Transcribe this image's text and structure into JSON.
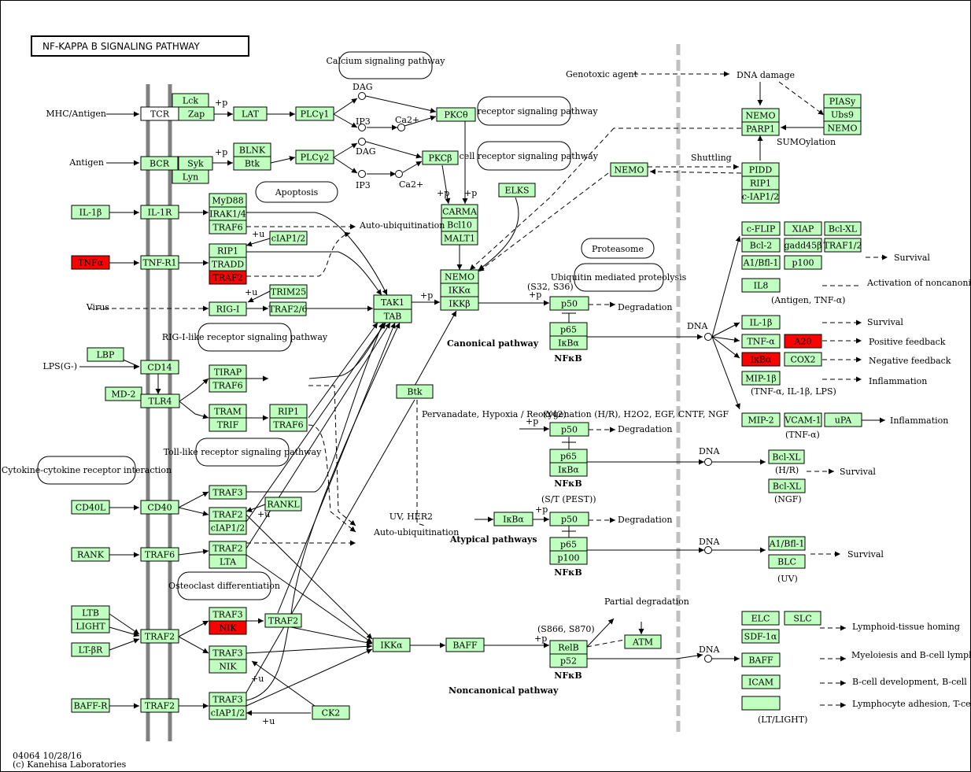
{
  "title": "NF-KAPPA B SIGNALING PATHWAY",
  "footer": {
    "code": "04064 10/28/16",
    "copyright": "(c) Kanehisa Laboratories"
  },
  "colors": {
    "gene": "#bfffbf",
    "highlight": "#ff0000",
    "membrane": "#808080",
    "nucleus": "#c0c0c0"
  },
  "maps": [
    "Calcium signaling pathway",
    "T cell receptor signaling pathway",
    "B cell receptor signaling pathway",
    "Apoptosis",
    "RIG-I-like receptor signaling pathway",
    "Toll-like receptor signaling pathway",
    "Cytokine-cytokine receptor interaction",
    "Osteoclast differentiation",
    "Proteasome",
    "Ubiquitin mediated proteolysis"
  ],
  "genes": [
    "Lck",
    "Zap",
    "TCR",
    "LAT",
    "PLCγ1",
    "PKCθ",
    "BLNK",
    "Btk",
    "BCR",
    "Syk",
    "Lyn",
    "PLCγ2",
    "PKCβ",
    "MyD88",
    "IRAK1/4",
    "TRAF6",
    "IL-1β",
    "IL-1R",
    "cIAP1/2",
    "RIP1",
    "TRADD",
    "TRAF2",
    "TNFα",
    "TNF-R1",
    "TRIM25",
    "RIG-I",
    "TRAF2/6",
    "TAK1",
    "TAB",
    "CARMA",
    "Bcl10",
    "MALT1",
    "ELKS",
    "NEMO",
    "IKKα",
    "IKKβ",
    "LBP",
    "CD14",
    "MD-2",
    "TLR4",
    "TIRAP",
    "TRAF6",
    "TRAM",
    "TRIF",
    "RIP1",
    "TRAF6",
    "Btk",
    "CD40L",
    "CD40",
    "TRAF3",
    "TRAF2",
    "cIAP1/2",
    "RANKL",
    "RANK",
    "TRAF6",
    "TRAF2",
    "LTA",
    "LTB",
    "LIGHT",
    "LT-βR",
    "TRAF2",
    "TRAF3",
    "NIK",
    "TRAF2",
    "TRAF3",
    "NIK",
    "IKKα",
    "BAFF",
    "BAFF-R",
    "TRAF2",
    "TRAF3",
    "cIAP1/2",
    "CK2",
    "IκBα",
    "p50",
    "p65",
    "IκBα",
    "p50",
    "p65",
    "IκBα",
    "p50",
    "p65",
    "p100",
    "RelB",
    "p52",
    "ATM",
    "NEMO",
    "PARP1",
    "PIASy",
    "Ubs9",
    "NEMO",
    "NEMO",
    "PIDD",
    "RIP1",
    "c-IAP1/2",
    "c-FLIP",
    "XIAP",
    "Bcl-XL",
    "Bcl-2",
    "gadd45β",
    "TRAF1/2",
    "A1/Bfl-1",
    "p100",
    "IL8",
    "IL-1β",
    "TNF-α",
    "A20",
    "IκBα",
    "COX2",
    "MIP-1β",
    "MIP-2",
    "VCAM-1",
    "uPA",
    "Bcl-XL",
    "Bcl-XL",
    "A1/Bfl-1",
    "BLC",
    "ELC",
    "SLC",
    "SDF-1α",
    "BAFF",
    "ICAM"
  ],
  "labels": [
    "MHC/Antigen",
    "Antigen",
    "Virus",
    "LPS(G-)",
    "+p",
    "+p",
    "+p",
    "+p",
    "+p",
    "+p",
    "+p",
    "+p",
    "+p",
    "+u",
    "+u",
    "+u",
    "+u",
    "+u",
    "DAG",
    "DAG",
    "IP3",
    "IP3",
    "Ca2+",
    "Ca2+",
    "Auto-ubiquitination",
    "Auto-ubiquitination",
    "Genotoxic agent",
    "DNA damage",
    "SUMOylation",
    "Shuttling",
    "(S32, S36)",
    "Degradation",
    "Degradation",
    "Degradation",
    "NFκB",
    "NFκB",
    "NFκB",
    "NFκB",
    "Canonical pathway",
    "Atypical pathways",
    "Noncanonical pathway",
    "Pervanadate, Hypoxia / Reoxygenation (H/R), H2O2, EGF, CNTF, NGF",
    "(Y42)",
    "UV, HER2",
    "(S/T (PEST))",
    "Partial degradation",
    "(S866, S870)",
    "DNA",
    "DNA",
    "DNA",
    "DNA",
    "Survival",
    "Activation of noncanonical pathway",
    "(Antigen, TNF-α)",
    "Survival",
    "Positive feedback",
    "Negative feedback",
    "Inflammation",
    "(TNF-α, IL-1β, LPS)",
    "Inflammation",
    "(TNF-α)",
    "(H/R)",
    "Survival",
    "(NGF)",
    "Survival",
    "(UV)",
    "Lymphoid-tissue homing",
    "Myeloiesis and B-cell lymphopoiesis",
    "B-cell development, B-cell survival",
    "Lymphocyte adhesion, T-cell costimulation",
    "(LT/LIGHT)"
  ]
}
